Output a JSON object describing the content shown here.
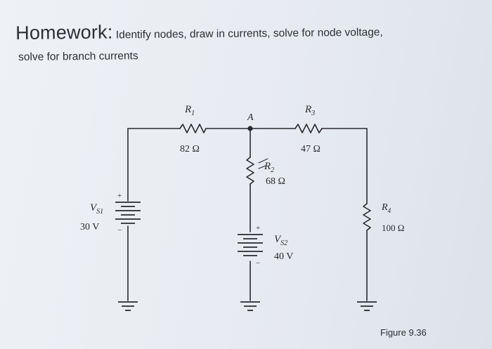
{
  "header": {
    "title_main": "Homework:",
    "title_rest": " Identify nodes, draw in currents, solve for node voltage,",
    "title_line2": "solve for branch currents"
  },
  "circuit": {
    "node_label": "A",
    "r1": {
      "name": "R",
      "sub": "1",
      "value": "82 Ω"
    },
    "r2": {
      "name": "R",
      "sub": "2",
      "value": "68 Ω"
    },
    "r3": {
      "name": "R",
      "sub": "3",
      "value": "47 Ω"
    },
    "r4": {
      "name": "R",
      "sub": "4",
      "value": "100 Ω"
    },
    "vs1": {
      "name": "V",
      "sub": "S1",
      "value": "30 V",
      "plus": "+",
      "minus": "−"
    },
    "vs2": {
      "name": "V",
      "sub": "S2",
      "value": "40 V",
      "plus": "+",
      "minus": "−"
    }
  },
  "figure_caption": "Figure 9.36",
  "colors": {
    "background": "#e9edf2",
    "ink": "#2a2a2e"
  }
}
